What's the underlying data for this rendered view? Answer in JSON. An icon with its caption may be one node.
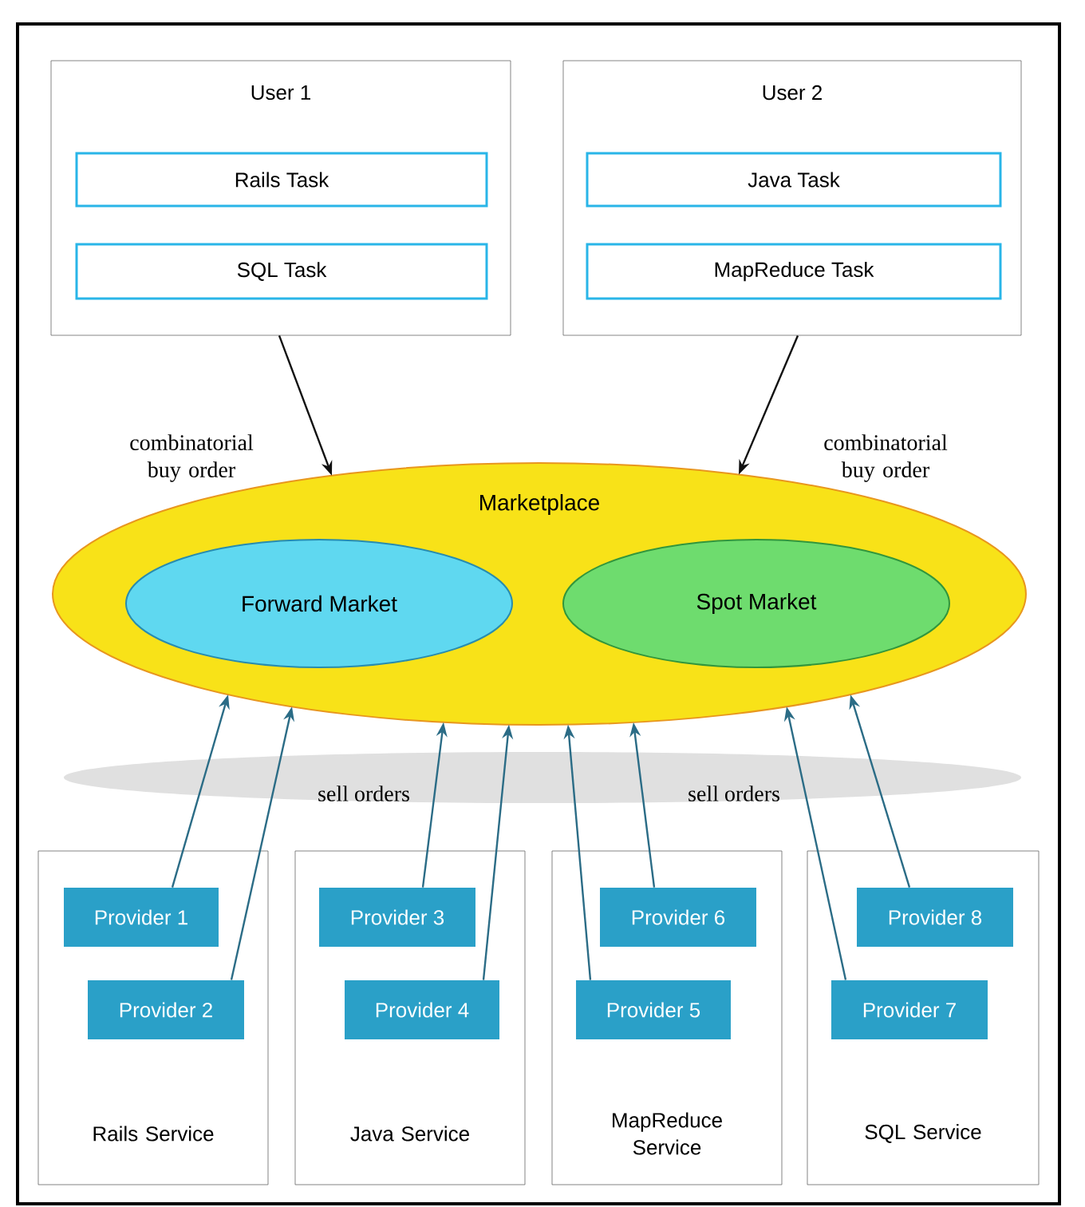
{
  "diagram": {
    "nodes": [
      {
        "text": [
          "User 1"
        ]
      },
      {
        "text": [
          "Rails Task"
        ],
        "in": 0
      },
      {
        "text": [
          "SQL Task"
        ],
        "in": 0
      },
      {
        "text": [
          "User 2"
        ]
      },
      {
        "text": [
          "Java Task"
        ],
        "in": 3
      },
      {
        "text": [
          "MapReduce Task"
        ],
        "in": 3
      },
      {
        "text": [
          "Marketplace"
        ]
      },
      {
        "text": [
          "Forward Market"
        ],
        "in": 6
      },
      {
        "text": [
          "Spot Market"
        ],
        "in": 6
      },
      {
        "text": [
          "Rails Service"
        ]
      },
      {
        "text": [
          "Provider 1"
        ],
        "in": 9
      },
      {
        "text": [
          "Provider 2"
        ],
        "in": 9
      },
      {
        "text": [
          "Java Service"
        ]
      },
      {
        "text": [
          "Provider 3"
        ],
        "in": 12
      },
      {
        "text": [
          "Provider 4"
        ],
        "in": 12
      },
      {
        "text": [
          "MapReduce Service"
        ]
      },
      {
        "text": [
          "Provider 6"
        ],
        "in": 15
      },
      {
        "text": [
          "Provider 5"
        ],
        "in": 15
      },
      {
        "text": [
          "SQL Service"
        ]
      },
      {
        "text": [
          "Provider 8"
        ],
        "in": 18
      },
      {
        "text": [
          "Provider 7"
        ],
        "in": 18
      }
    ],
    "edges": [
      {
        "from": 0,
        "to": 6,
        "arrow": "to",
        "label": "combinatorial buy order",
        "color": "#111111"
      },
      {
        "from": 3,
        "to": 6,
        "arrow": "to",
        "label": "combinatorial buy order",
        "color": "#111111"
      },
      {
        "from": 10,
        "to": 6,
        "arrow": "to"
      },
      {
        "from": 11,
        "to": 6,
        "arrow": "to"
      },
      {
        "from": 13,
        "to": 6,
        "arrow": "to"
      },
      {
        "from": 14,
        "to": 6,
        "arrow": "to"
      },
      {
        "from": 16,
        "to": 6,
        "arrow": "to"
      },
      {
        "from": 17,
        "to": 6,
        "arrow": "to"
      },
      {
        "from": 19,
        "to": 6,
        "arrow": "to"
      },
      {
        "from": 20,
        "to": 6,
        "arrow": "to"
      }
    ],
    "labels": [
      "sell orders",
      "sell orders"
    ]
  }
}
